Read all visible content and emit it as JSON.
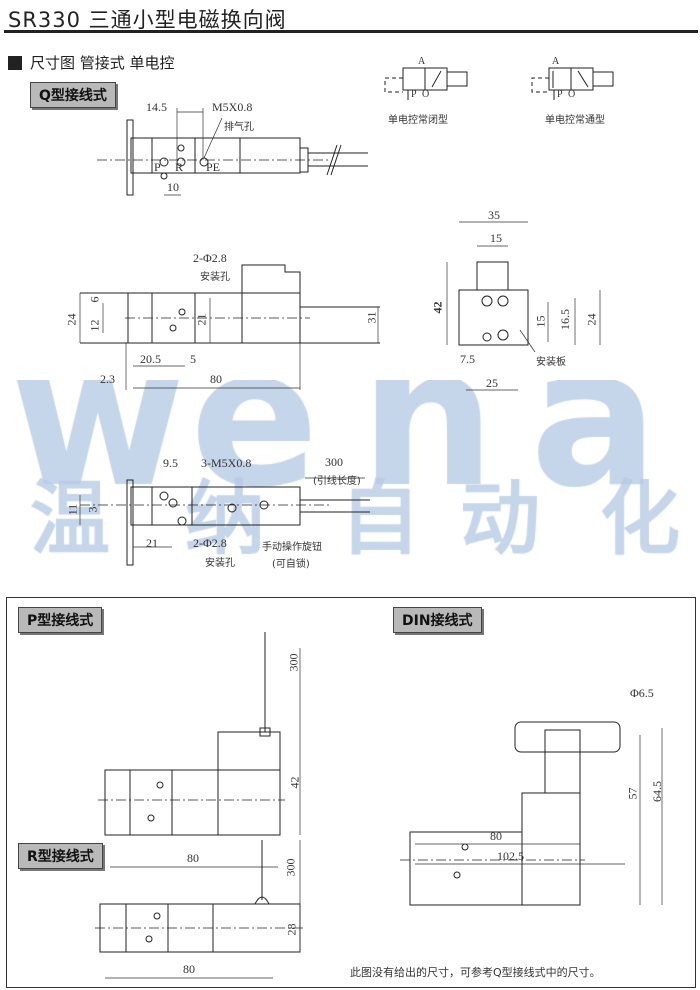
{
  "title": "SR330 三通小型电磁换向阀",
  "section_heading": "尺寸图 管接式 单电控",
  "symbols": {
    "nc": {
      "caption": "单电控常闭型",
      "port_a": "A",
      "port_p": "P",
      "port_o": "O"
    },
    "no": {
      "caption": "单电控常通型",
      "port_a": "A",
      "port_p": "P",
      "port_o": "O"
    }
  },
  "q_type": {
    "label": "Q型接线式",
    "top_view": {
      "dim_14_5": "14.5",
      "thread": "M5X0.8",
      "exhaust": "排气孔",
      "dim_10": "10",
      "port_p": "P",
      "port_r": "R",
      "port_pe": "PE"
    },
    "front_view": {
      "holes": "2-Φ2.8",
      "holes_label": "安装孔",
      "dim_24": "24",
      "dim_12": "12",
      "dim_6": "6",
      "dim_21": "21",
      "dim_31": "31",
      "dim_20_5": "20.5",
      "dim_5": "5",
      "dim_2_3": "2.3",
      "dim_80": "80"
    },
    "end_view": {
      "dim_35": "35",
      "dim_15_top": "15",
      "dim_42": "42",
      "dim_15": "15",
      "dim_16_5": "16.5",
      "dim_24": "24",
      "dim_7_5": "7.5",
      "dim_25": "25",
      "plate": "安装板"
    },
    "bottom_view": {
      "dim_9_5": "9.5",
      "threads": "3-M5X0.8",
      "dim_300": "300",
      "lead_length": "(引线长度)",
      "dim_11": "11",
      "dim_3": "3",
      "dim_21": "21",
      "holes": "2-Φ2.8",
      "holes_label": "安装孔",
      "manual": "手动操作旋钮",
      "lockable": "(可自锁)"
    }
  },
  "p_type": {
    "label": "P型接线式",
    "dim_300": "300",
    "dim_42": "42",
    "dim_80": "80"
  },
  "din_type": {
    "label": "DIN接线式",
    "dim_phi": "Φ6.5",
    "dim_57": "57",
    "dim_64_5": "64.5",
    "dim_80": "80",
    "dim_102_5": "102.5"
  },
  "r_type": {
    "label": "R型接线式",
    "dim_300": "300",
    "dim_28": "28",
    "dim_80": "80"
  },
  "note": "此图没有给出的尺寸，可参考Q型接线式中的尺寸。",
  "watermark": {
    "brand": "wena",
    "cn": [
      "温",
      "纳",
      "自",
      "动",
      "化"
    ]
  },
  "colors": {
    "watermark": "#b7cbe5",
    "tag_bg": "#b9b9b9"
  }
}
